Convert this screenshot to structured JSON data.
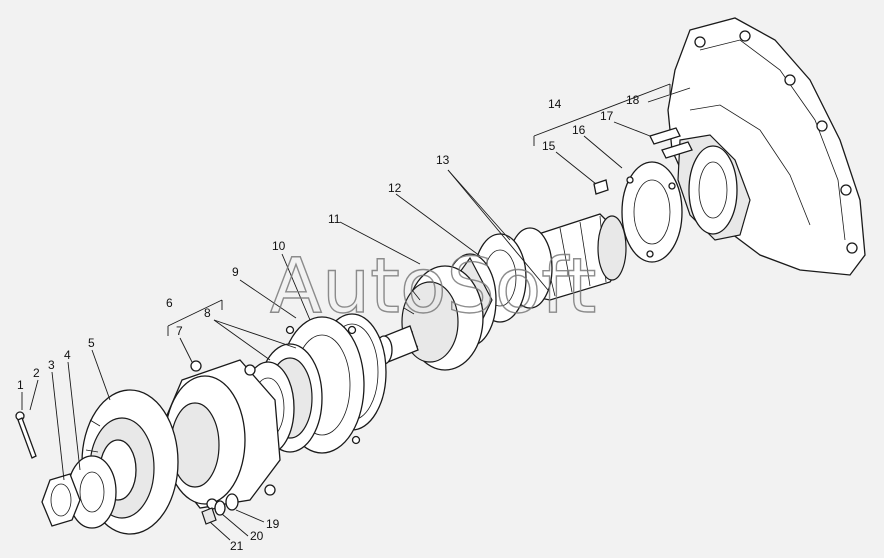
{
  "watermark": "AutoSoft",
  "callouts": [
    {
      "id": "c1",
      "text": "1"
    },
    {
      "id": "c2",
      "text": "2"
    },
    {
      "id": "c3",
      "text": "3"
    },
    {
      "id": "c4",
      "text": "4"
    },
    {
      "id": "c5",
      "text": "5"
    },
    {
      "id": "c6",
      "text": "6"
    },
    {
      "id": "c7",
      "text": "7"
    },
    {
      "id": "c8",
      "text": "8"
    },
    {
      "id": "c9",
      "text": "9"
    },
    {
      "id": "c10",
      "text": "10"
    },
    {
      "id": "c11",
      "text": "11"
    },
    {
      "id": "c12",
      "text": "12"
    },
    {
      "id": "c13",
      "text": "13"
    },
    {
      "id": "c14",
      "text": "14"
    },
    {
      "id": "c15",
      "text": "15"
    },
    {
      "id": "c16",
      "text": "16"
    },
    {
      "id": "c17",
      "text": "17"
    },
    {
      "id": "c18",
      "text": "18"
    },
    {
      "id": "c19",
      "text": "19"
    },
    {
      "id": "c20",
      "text": "20"
    },
    {
      "id": "c21",
      "text": "21"
    }
  ]
}
